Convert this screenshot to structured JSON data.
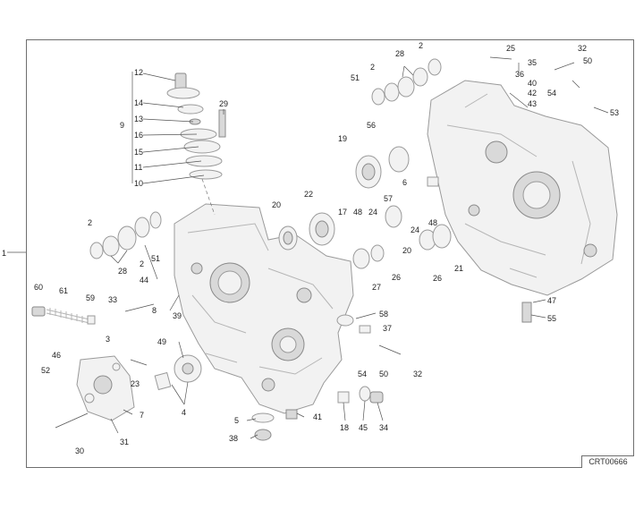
{
  "diagram": {
    "reference_code": "CRT00666",
    "callouts": [
      {
        "id": "c-1",
        "text": "1"
      },
      {
        "id": "c-12",
        "text": "12"
      },
      {
        "id": "c-14",
        "text": "14"
      },
      {
        "id": "c-13",
        "text": "13"
      },
      {
        "id": "c-9",
        "text": "9"
      },
      {
        "id": "c-16",
        "text": "16"
      },
      {
        "id": "c-15",
        "text": "15"
      },
      {
        "id": "c-11",
        "text": "11"
      },
      {
        "id": "c-10",
        "text": "10"
      },
      {
        "id": "c-29",
        "text": "29"
      },
      {
        "id": "c-2a",
        "text": "2"
      },
      {
        "id": "c-28a",
        "text": "28"
      },
      {
        "id": "c-2b",
        "text": "2"
      },
      {
        "id": "c-51a",
        "text": "51"
      },
      {
        "id": "c-60",
        "text": "60"
      },
      {
        "id": "c-61",
        "text": "61"
      },
      {
        "id": "c-59",
        "text": "59"
      },
      {
        "id": "c-33",
        "text": "33"
      },
      {
        "id": "c-44",
        "text": "44"
      },
      {
        "id": "c-39",
        "text": "39"
      },
      {
        "id": "c-8",
        "text": "8"
      },
      {
        "id": "c-3",
        "text": "3"
      },
      {
        "id": "c-49",
        "text": "49"
      },
      {
        "id": "c-46",
        "text": "46"
      },
      {
        "id": "c-52",
        "text": "52"
      },
      {
        "id": "c-23",
        "text": "23"
      },
      {
        "id": "c-7",
        "text": "7"
      },
      {
        "id": "c-4",
        "text": "4"
      },
      {
        "id": "c-30",
        "text": "30"
      },
      {
        "id": "c-31",
        "text": "31"
      },
      {
        "id": "c-20a",
        "text": "20"
      },
      {
        "id": "c-22",
        "text": "22"
      },
      {
        "id": "c-17",
        "text": "17"
      },
      {
        "id": "c-48a",
        "text": "48"
      },
      {
        "id": "c-24a",
        "text": "24"
      },
      {
        "id": "c-27",
        "text": "27"
      },
      {
        "id": "c-26a",
        "text": "26"
      },
      {
        "id": "c-58",
        "text": "58"
      },
      {
        "id": "c-37",
        "text": "37"
      },
      {
        "id": "c-54a",
        "text": "54"
      },
      {
        "id": "c-50a",
        "text": "50"
      },
      {
        "id": "c-32a",
        "text": "32"
      },
      {
        "id": "c-5",
        "text": "5"
      },
      {
        "id": "c-41",
        "text": "41"
      },
      {
        "id": "c-38",
        "text": "38"
      },
      {
        "id": "c-18",
        "text": "18"
      },
      {
        "id": "c-45",
        "text": "45"
      },
      {
        "id": "c-34",
        "text": "34"
      },
      {
        "id": "c-2c",
        "text": "2"
      },
      {
        "id": "c-28b",
        "text": "28"
      },
      {
        "id": "c-2d",
        "text": "2"
      },
      {
        "id": "c-51b",
        "text": "51"
      },
      {
        "id": "c-56",
        "text": "56"
      },
      {
        "id": "c-19",
        "text": "19"
      },
      {
        "id": "c-6",
        "text": "6"
      },
      {
        "id": "c-57",
        "text": "57"
      },
      {
        "id": "c-24b",
        "text": "24"
      },
      {
        "id": "c-48b",
        "text": "48"
      },
      {
        "id": "c-20b",
        "text": "20"
      },
      {
        "id": "c-26b",
        "text": "26"
      },
      {
        "id": "c-21",
        "text": "21"
      },
      {
        "id": "c-25",
        "text": "25"
      },
      {
        "id": "c-35",
        "text": "35"
      },
      {
        "id": "c-36",
        "text": "36"
      },
      {
        "id": "c-40",
        "text": "40"
      },
      {
        "id": "c-42",
        "text": "42"
      },
      {
        "id": "c-43",
        "text": "43"
      },
      {
        "id": "c-32b",
        "text": "32"
      },
      {
        "id": "c-50b",
        "text": "50"
      },
      {
        "id": "c-54b",
        "text": "54"
      },
      {
        "id": "c-53",
        "text": "53"
      },
      {
        "id": "c-47",
        "text": "47"
      },
      {
        "id": "c-55",
        "text": "55"
      }
    ]
  }
}
